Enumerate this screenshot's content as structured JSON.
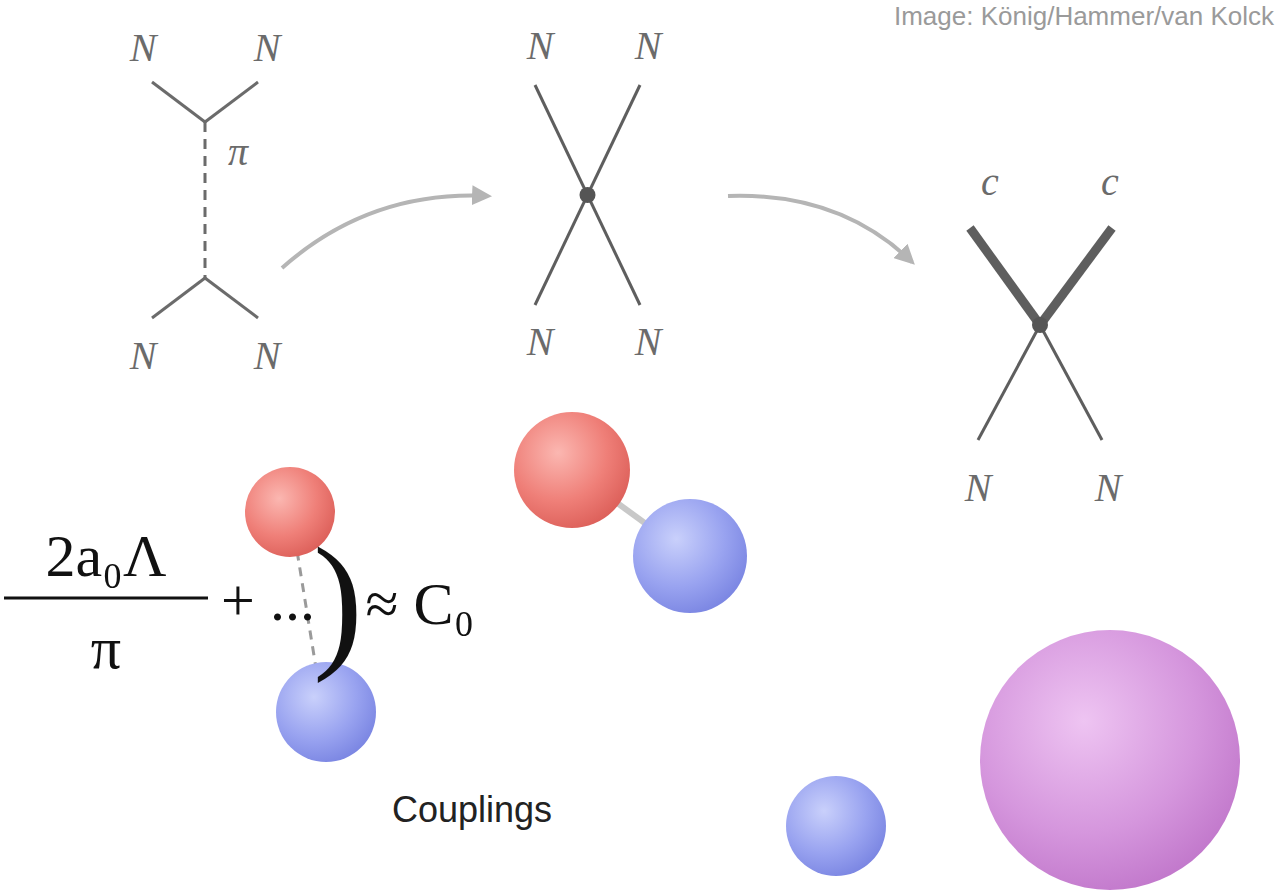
{
  "diagram": {
    "labels": [
      "Image: König/Hammer/van Kolck",
      "N",
      "N",
      "N",
      "N",
      "π",
      "N",
      "N",
      "N",
      "N",
      "c",
      "c",
      "N",
      "N",
      "2a₀Λ",
      "π",
      "+ ...",
      ")",
      "≈ C₀",
      "Couplings"
    ]
  }
}
